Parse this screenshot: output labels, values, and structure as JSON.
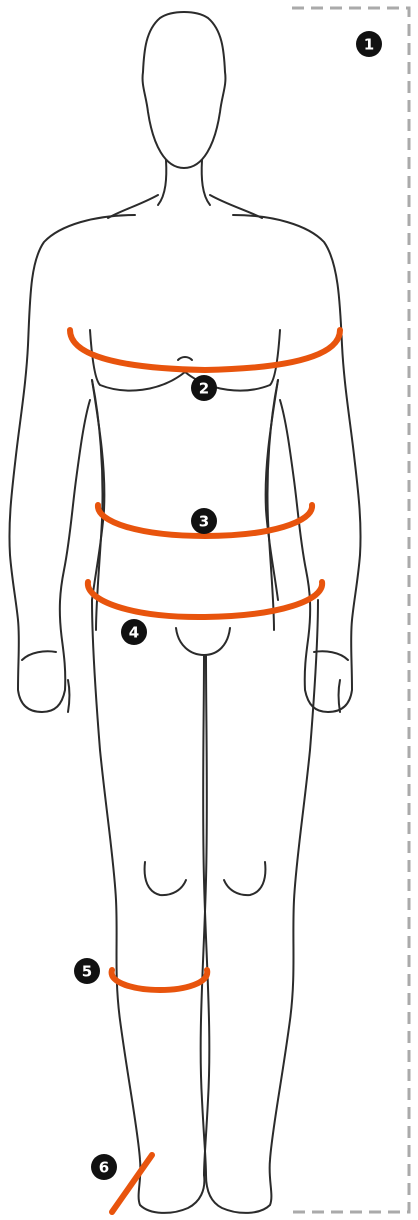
{
  "colors": {
    "measure_line": "#E8540D",
    "outline": "#2b2b2b",
    "badge": "#111111",
    "height_guide": "#aaaaaa"
  },
  "markers": [
    {
      "id": "height",
      "number": "1"
    },
    {
      "id": "chest",
      "number": "2"
    },
    {
      "id": "waist",
      "number": "3"
    },
    {
      "id": "hips",
      "number": "4"
    },
    {
      "id": "calf",
      "number": "5"
    },
    {
      "id": "foot",
      "number": "6"
    }
  ]
}
